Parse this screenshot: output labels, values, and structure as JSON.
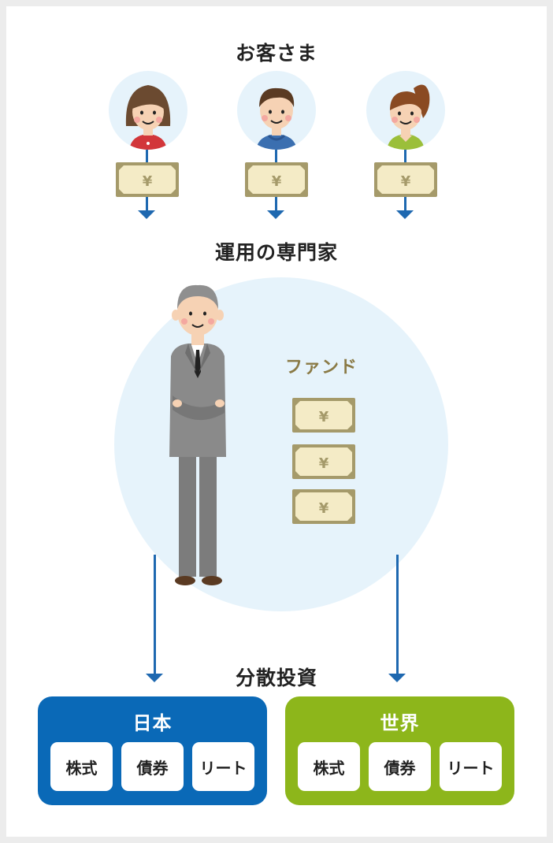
{
  "customers": {
    "title": "お客さま",
    "people": [
      {
        "avatar": "woman-brown-hair-icon"
      },
      {
        "avatar": "man-blue-hoodie-icon"
      },
      {
        "avatar": "woman-ponytail-icon"
      }
    ],
    "money_symbol": "¥"
  },
  "manager": {
    "title": "運用の専門家",
    "figure": "businessman-suit-icon"
  },
  "fund": {
    "label": "ファンド",
    "bills": [
      "¥",
      "¥",
      "¥"
    ]
  },
  "diversification": {
    "title": "分散投資",
    "regions": [
      {
        "name": "日本",
        "color": "#0a69b7",
        "assets": [
          "株式",
          "債券",
          "リート"
        ]
      },
      {
        "name": "世界",
        "color": "#8db61b",
        "assets": [
          "株式",
          "債券",
          "リート"
        ]
      }
    ]
  },
  "colors": {
    "arrow": "#1e68b0",
    "circle": "#e6f3fb",
    "bill_outer": "#a59a6a",
    "bill_inner": "#f4ebc6",
    "fund_text": "#8a7a45"
  }
}
